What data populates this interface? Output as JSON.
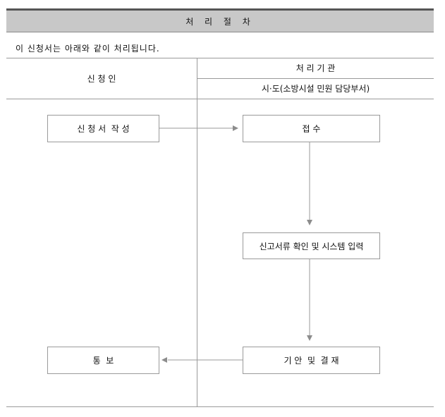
{
  "title": "처 리 절 차",
  "intro": "이 신청서는 아래와 같이 처리됩니다.",
  "columns": {
    "applicant": "신 청 인",
    "processor": "처 리 기 관",
    "processor_sub": "시·도(소방시설 민원 담당부서)"
  },
  "steps": {
    "write": "신 청 서  작 성",
    "receive": "접 수",
    "review": "신고서류 확인 및 시스템 입력",
    "approve": "기 안  및  결 재",
    "notify": "통  보"
  },
  "colors": {
    "title_bg": "#c8c8c8",
    "line": "#9a9a9a",
    "arrow": "#8c8c8c"
  }
}
